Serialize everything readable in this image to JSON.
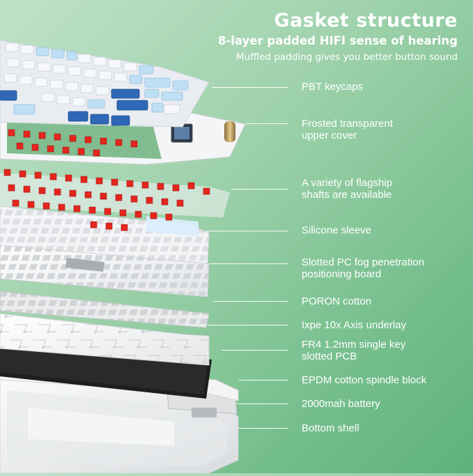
{
  "header": {
    "title": "Gasket structure",
    "subtitle": "8-layer padded HIFI sense of hearing",
    "tagline": "Muffled padding gives you better button sound"
  },
  "layers": [
    {
      "id": "keycaps",
      "lines": [
        "PBT keycaps"
      ]
    },
    {
      "id": "upper-cover",
      "lines": [
        "Frosted transparent",
        "upper cover"
      ]
    },
    {
      "id": "switches",
      "lines": [
        "A variety of flagship",
        "shafts are available"
      ]
    },
    {
      "id": "silicone",
      "lines": [
        "Silicone sleeve"
      ]
    },
    {
      "id": "positioning-board",
      "lines": [
        "Slotted PC fog penetration",
        "positioning board"
      ]
    },
    {
      "id": "poron",
      "lines": [
        "PORON cotton"
      ]
    },
    {
      "id": "ixpe",
      "lines": [
        "Ixpe 10x Axis underlay"
      ]
    },
    {
      "id": "pcb",
      "lines": [
        "FR4 1.2mm single key",
        "slotted PCB"
      ]
    },
    {
      "id": "epdm",
      "lines": [
        "EPDM cotton spindle block"
      ]
    },
    {
      "id": "battery",
      "lines": [
        "2000mah battery"
      ]
    },
    {
      "id": "bottom-shell",
      "lines": [
        "Bottom shell"
      ]
    }
  ],
  "colors": {
    "keycap_white": "#f6f8fb",
    "keycap_light_blue": "#bfe0f4",
    "keycap_blue": "#2f68b6",
    "switch_red": "#e3261e",
    "pcb_black": "#1e1e1e",
    "shell_white": "#f1f1f1"
  }
}
